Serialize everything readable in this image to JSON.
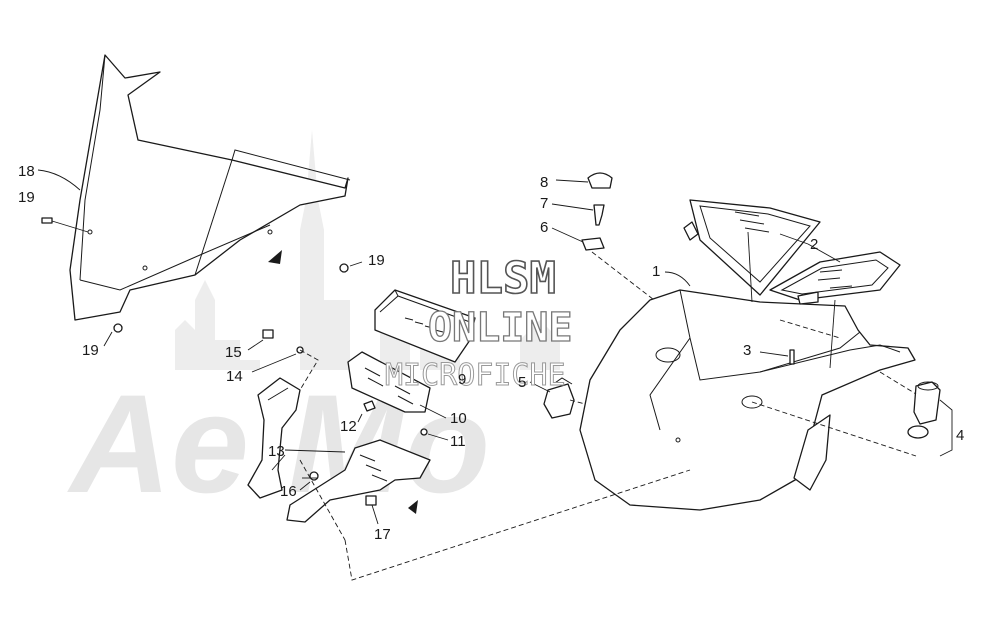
{
  "watermark": {
    "brand": "Ae Mo",
    "line1": "HLSM",
    "line2": "ONLINE",
    "line3": "MICROFICHE"
  },
  "callouts": {
    "c1": "1",
    "c2": "2",
    "c3": "3",
    "c4": "4",
    "c5": "5",
    "c6": "6",
    "c7": "7",
    "c8": "8",
    "c9": "9",
    "c10": "10",
    "c11": "11",
    "c12": "12",
    "c13": "13",
    "c14": "14",
    "c15": "15",
    "c16": "16",
    "c17": "17",
    "c18": "18",
    "c19a": "19",
    "c19b": "19",
    "c19c": "19"
  },
  "colors": {
    "line": "#1a1a1a",
    "watermark": "#e6e6e6"
  }
}
